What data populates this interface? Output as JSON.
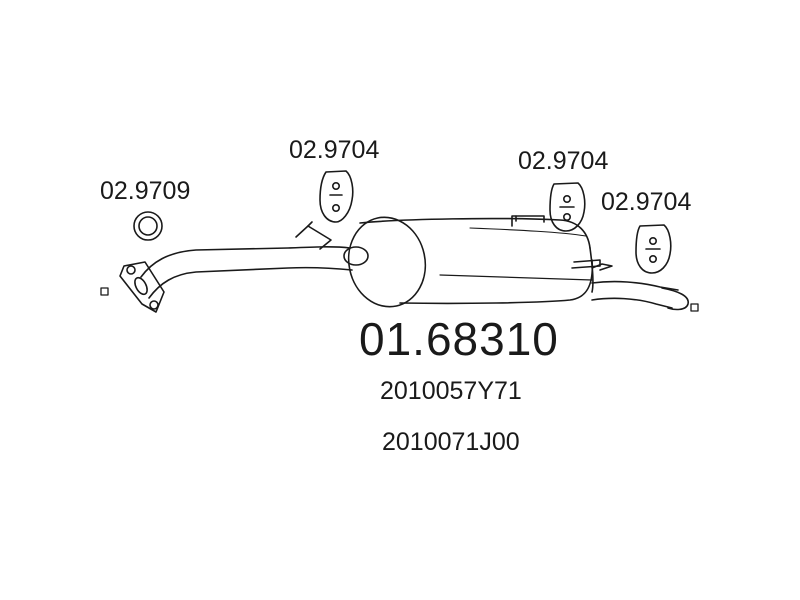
{
  "labels": {
    "gasket_ref": "02.9709",
    "hanger_ref_1": "02.9704",
    "hanger_ref_2": "02.9704",
    "hanger_ref_3": "02.9704"
  },
  "part": {
    "number": "01.68310",
    "oe_numbers": [
      "2010057Y71",
      "2010071J00"
    ]
  },
  "colors": {
    "line": "#1a1a1a",
    "background": "#ffffff"
  }
}
